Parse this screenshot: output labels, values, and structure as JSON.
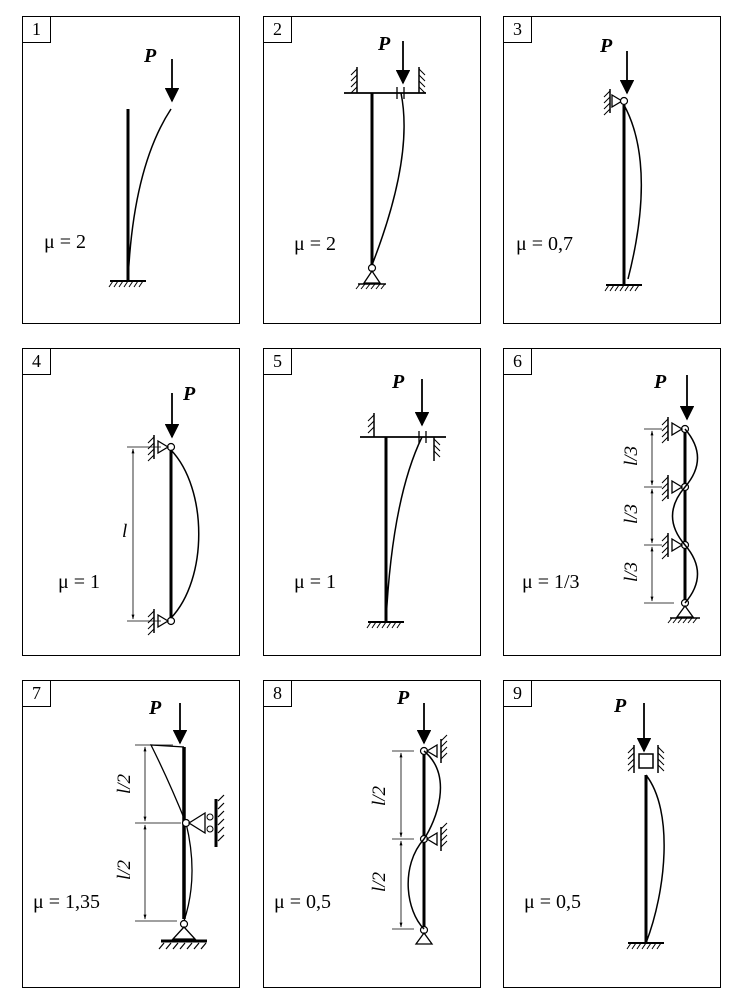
{
  "panels": [
    {
      "number": "1",
      "mu": "μ = 2",
      "load": "P"
    },
    {
      "number": "2",
      "mu": "μ = 2",
      "load": "P"
    },
    {
      "number": "3",
      "mu": "μ = 0,7",
      "load": "P"
    },
    {
      "number": "4",
      "mu": "μ = 1",
      "load": "P",
      "length": "l"
    },
    {
      "number": "5",
      "mu": "μ = 1",
      "load": "P"
    },
    {
      "number": "6",
      "mu": "μ = 1/3",
      "load": "P",
      "segments": [
        "l/3",
        "l/3",
        "l/3"
      ]
    },
    {
      "number": "7",
      "mu": "μ = 1,35",
      "load": "P",
      "segments": [
        "l/2",
        "l/2"
      ]
    },
    {
      "number": "8",
      "mu": "μ = 0,5",
      "load": "P",
      "segments": [
        "l/2",
        "l/2"
      ]
    },
    {
      "number": "9",
      "mu": "μ = 0,5",
      "load": "P"
    }
  ]
}
